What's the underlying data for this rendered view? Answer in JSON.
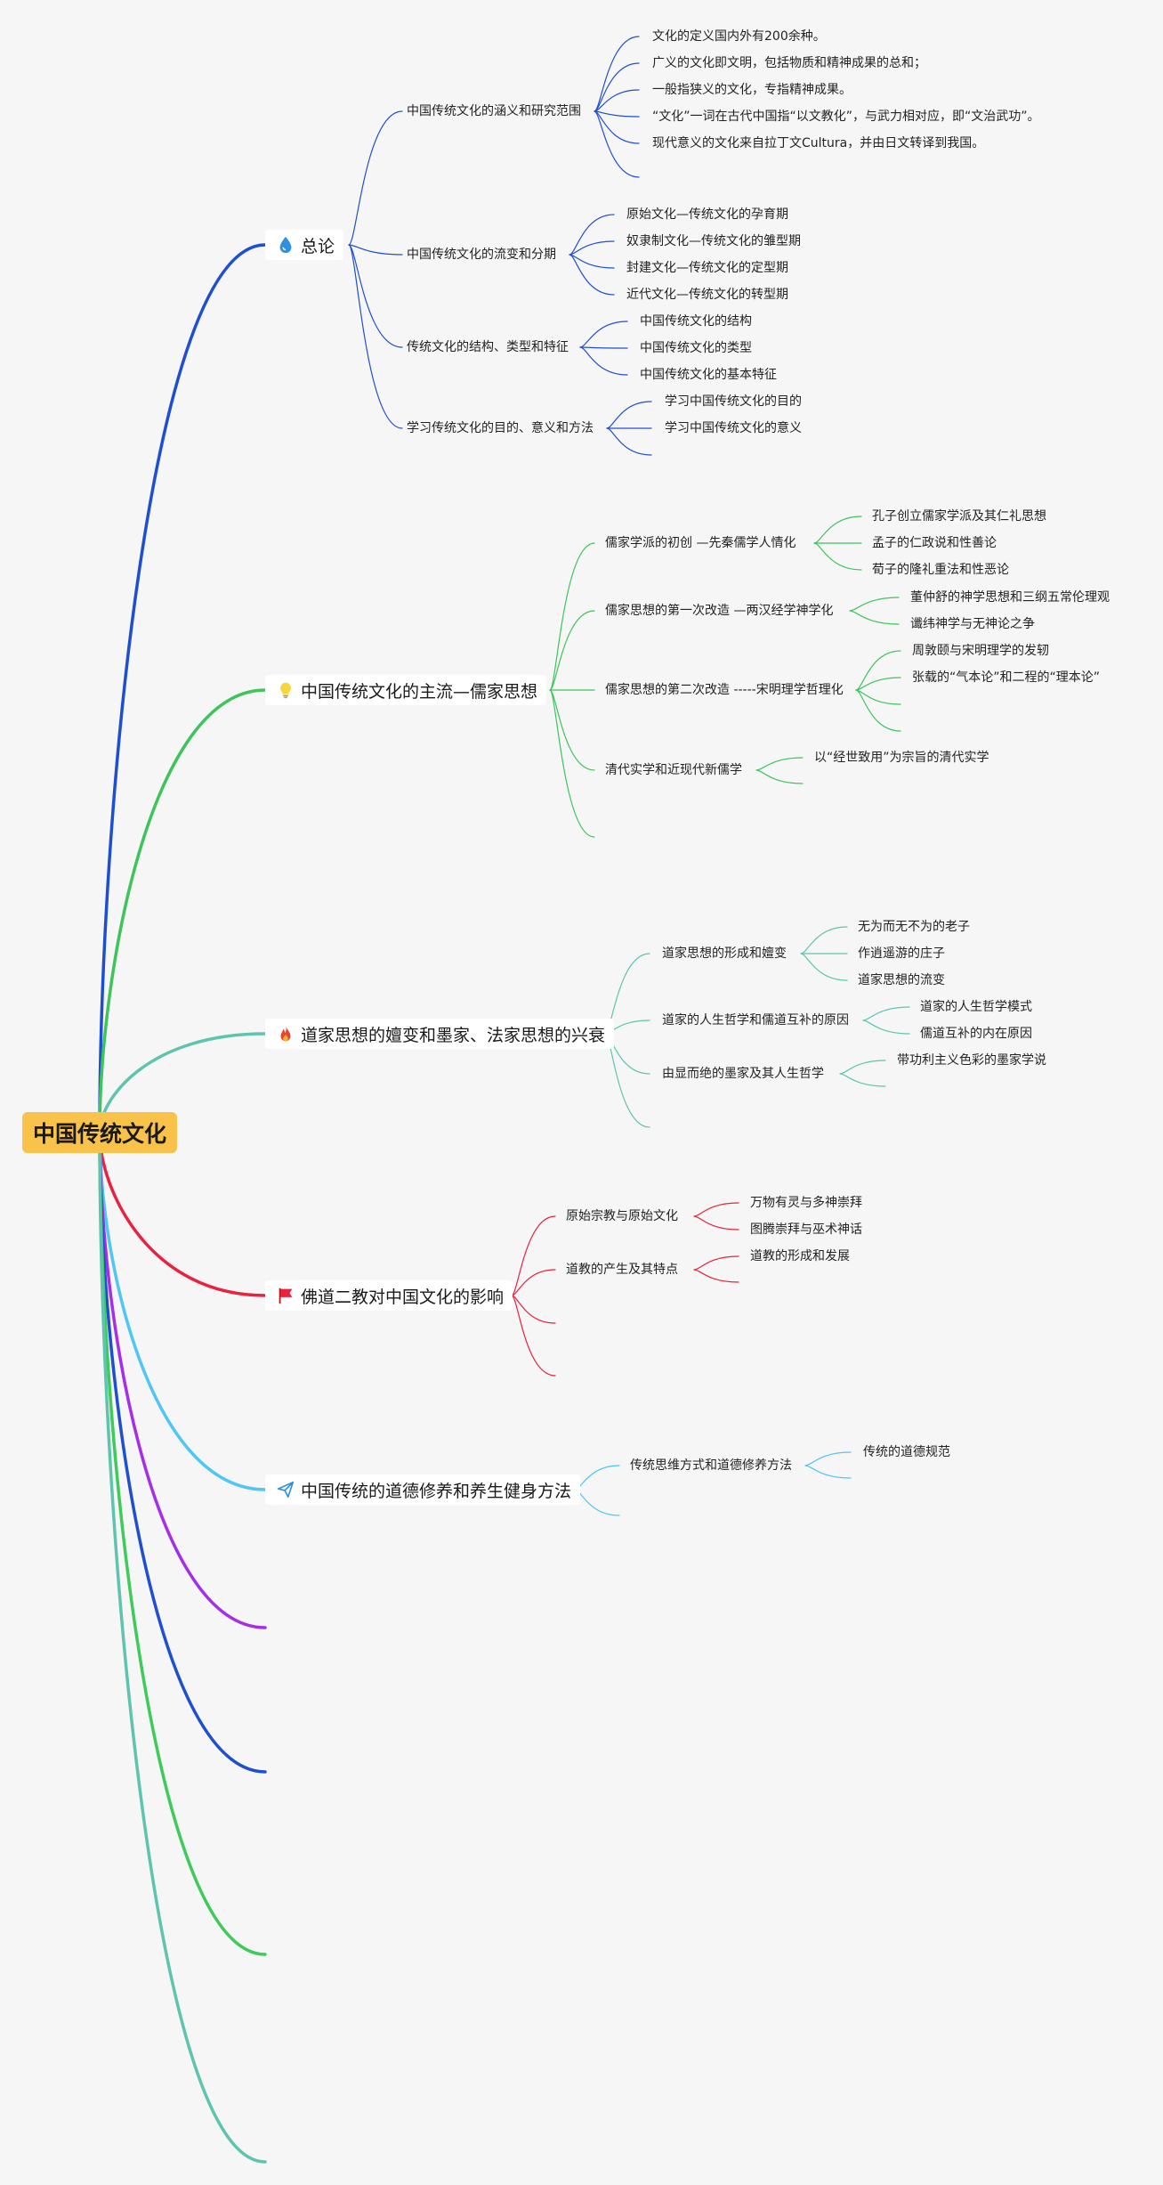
{
  "root": {
    "label": "中国传统文化"
  },
  "branches": [
    {
      "label": "总论",
      "color": "#1f4fd1",
      "icon": "water-drop-icon",
      "subs": [
        {
          "label": "中国传统文化的涵义和研究范围",
          "leaves": [
            "文化的定义国内外有200余种。",
            "广义的文化即文明，包括物质和精神成果的总和；",
            "一般指狭义的文化，专指精神成果。",
            "“文化”一词在古代中国指“以文教化”，与武力相对应，即“文治武功”。",
            "现代意义的文化来自拉丁文Cultura，并由日文转译到我国。"
          ]
        },
        {
          "label": "中国传统文化的流变和分期",
          "leaves": [
            "原始文化—传统文化的孕育期",
            "奴隶制文化—传统文化的雏型期",
            "封建文化—传统文化的定型期",
            "近代文化—传统文化的转型期"
          ]
        },
        {
          "label": "传统文化的结构、类型和特征",
          "leaves": [
            "中国传统文化的结构",
            "中国传统文化的类型",
            "中国传统文化的基本特征"
          ]
        },
        {
          "label": "学习传统文化的目的、意义和方法",
          "leaves": [
            "学习中国传统文化的目的",
            "学习中国传统文化的意义"
          ]
        }
      ]
    },
    {
      "label": "中国传统文化的主流—儒家思想",
      "color": "#3ec45a",
      "icon": "lightbulb-icon",
      "subs": [
        {
          "label": "儒家学派的初创 —先秦儒学人情化",
          "leaves": [
            "孔子创立儒家学派及其仁礼思想",
            "孟子的仁政说和性善论",
            "荀子的隆礼重法和性恶论"
          ]
        },
        {
          "label": "儒家思想的第一次改造 —两汉经学神学化",
          "leaves": [
            "董仲舒的神学思想和三纲五常伦理观",
            "谶纬神学与无神论之争"
          ]
        },
        {
          "label": "儒家思想的第二次改造 -----宋明理学哲理化",
          "leaves": [
            "周敦颐与宋明理学的发轫",
            "张载的“气本论”和二程的“理本论”"
          ]
        },
        {
          "label": "清代实学和近现代新儒学",
          "leaves": [
            "以“经世致用”为宗旨的清代实学"
          ]
        }
      ]
    },
    {
      "label": "道家思想的嬗变和墨家、法家思想的兴衰",
      "color": "#5fc4ad",
      "icon": "fire-icon",
      "subs": [
        {
          "label": "道家思想的形成和嬗变",
          "leaves": [
            "无为而无不为的老子",
            "作逍遥游的庄子",
            "道家思想的流变"
          ]
        },
        {
          "label": "道家的人生哲学和儒道互补的原因",
          "leaves": [
            "道家的人生哲学模式",
            "儒道互补的内在原因"
          ]
        },
        {
          "label": "由显而绝的墨家及其人生哲学",
          "leaves": [
            "带功利主义色彩的墨家学说"
          ]
        }
      ]
    },
    {
      "label": "佛道二教对中国文化的影响",
      "color": "#e8223f",
      "icon": "red-flag-icon",
      "subs": [
        {
          "label": "原始宗教与原始文化",
          "leaves": [
            "万物有灵与多神崇拜",
            "图腾崇拜与巫术神话"
          ]
        },
        {
          "label": "道教的产生及其特点",
          "leaves": [
            "道教的形成和发展"
          ]
        }
      ]
    },
    {
      "label": "中国传统的道德修养和养生健身方法",
      "color": "#4fc6f3",
      "icon": "paper-plane-icon",
      "subs": [
        {
          "label": "传统思维方式和道德修养方法",
          "leaves": [
            "传统的道德规范"
          ]
        }
      ]
    }
  ],
  "empty_branch_colors": [
    "#a52fe8",
    "#1f4fd1",
    "#3ecb5a",
    "#5fc4ad"
  ]
}
